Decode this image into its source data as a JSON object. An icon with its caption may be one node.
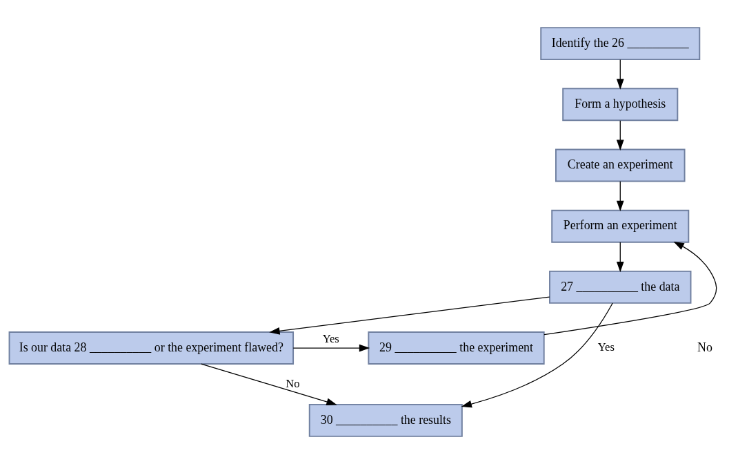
{
  "diagram": {
    "nodes": [
      {
        "text": [
          "Identify the 26 __________"
        ]
      },
      {
        "text": [
          "Form a hypothesis"
        ]
      },
      {
        "text": [
          "Create an experiment"
        ]
      },
      {
        "text": [
          "Perform an experiment"
        ]
      },
      {
        "text": [
          "27 __________ the data"
        ]
      },
      {
        "text": [
          "Is our data 28 __________ or the experiment flawed?"
        ]
      },
      {
        "text": [
          "29 __________ the experiment"
        ]
      },
      {
        "text": [
          "30 __________ the results"
        ]
      }
    ],
    "edges": [
      {
        "from": 0,
        "to": 1,
        "arrow": "to"
      },
      {
        "from": 1,
        "to": 2,
        "arrow": "to"
      },
      {
        "from": 2,
        "to": 3,
        "arrow": "to"
      },
      {
        "from": 3,
        "to": 4,
        "arrow": "to"
      },
      {
        "from": 4,
        "to": 5,
        "arrow": "to"
      },
      {
        "from": 4,
        "to": 7,
        "label": "Yes",
        "arrow": "to"
      },
      {
        "from": 5,
        "to": 6,
        "label": "Yes",
        "arrow": "to"
      },
      {
        "from": 5,
        "to": 7,
        "label": "No",
        "arrow": "to"
      },
      {
        "from": 6,
        "to": 3,
        "arrow": "to"
      }
    ],
    "labels": [
      "No"
    ]
  }
}
